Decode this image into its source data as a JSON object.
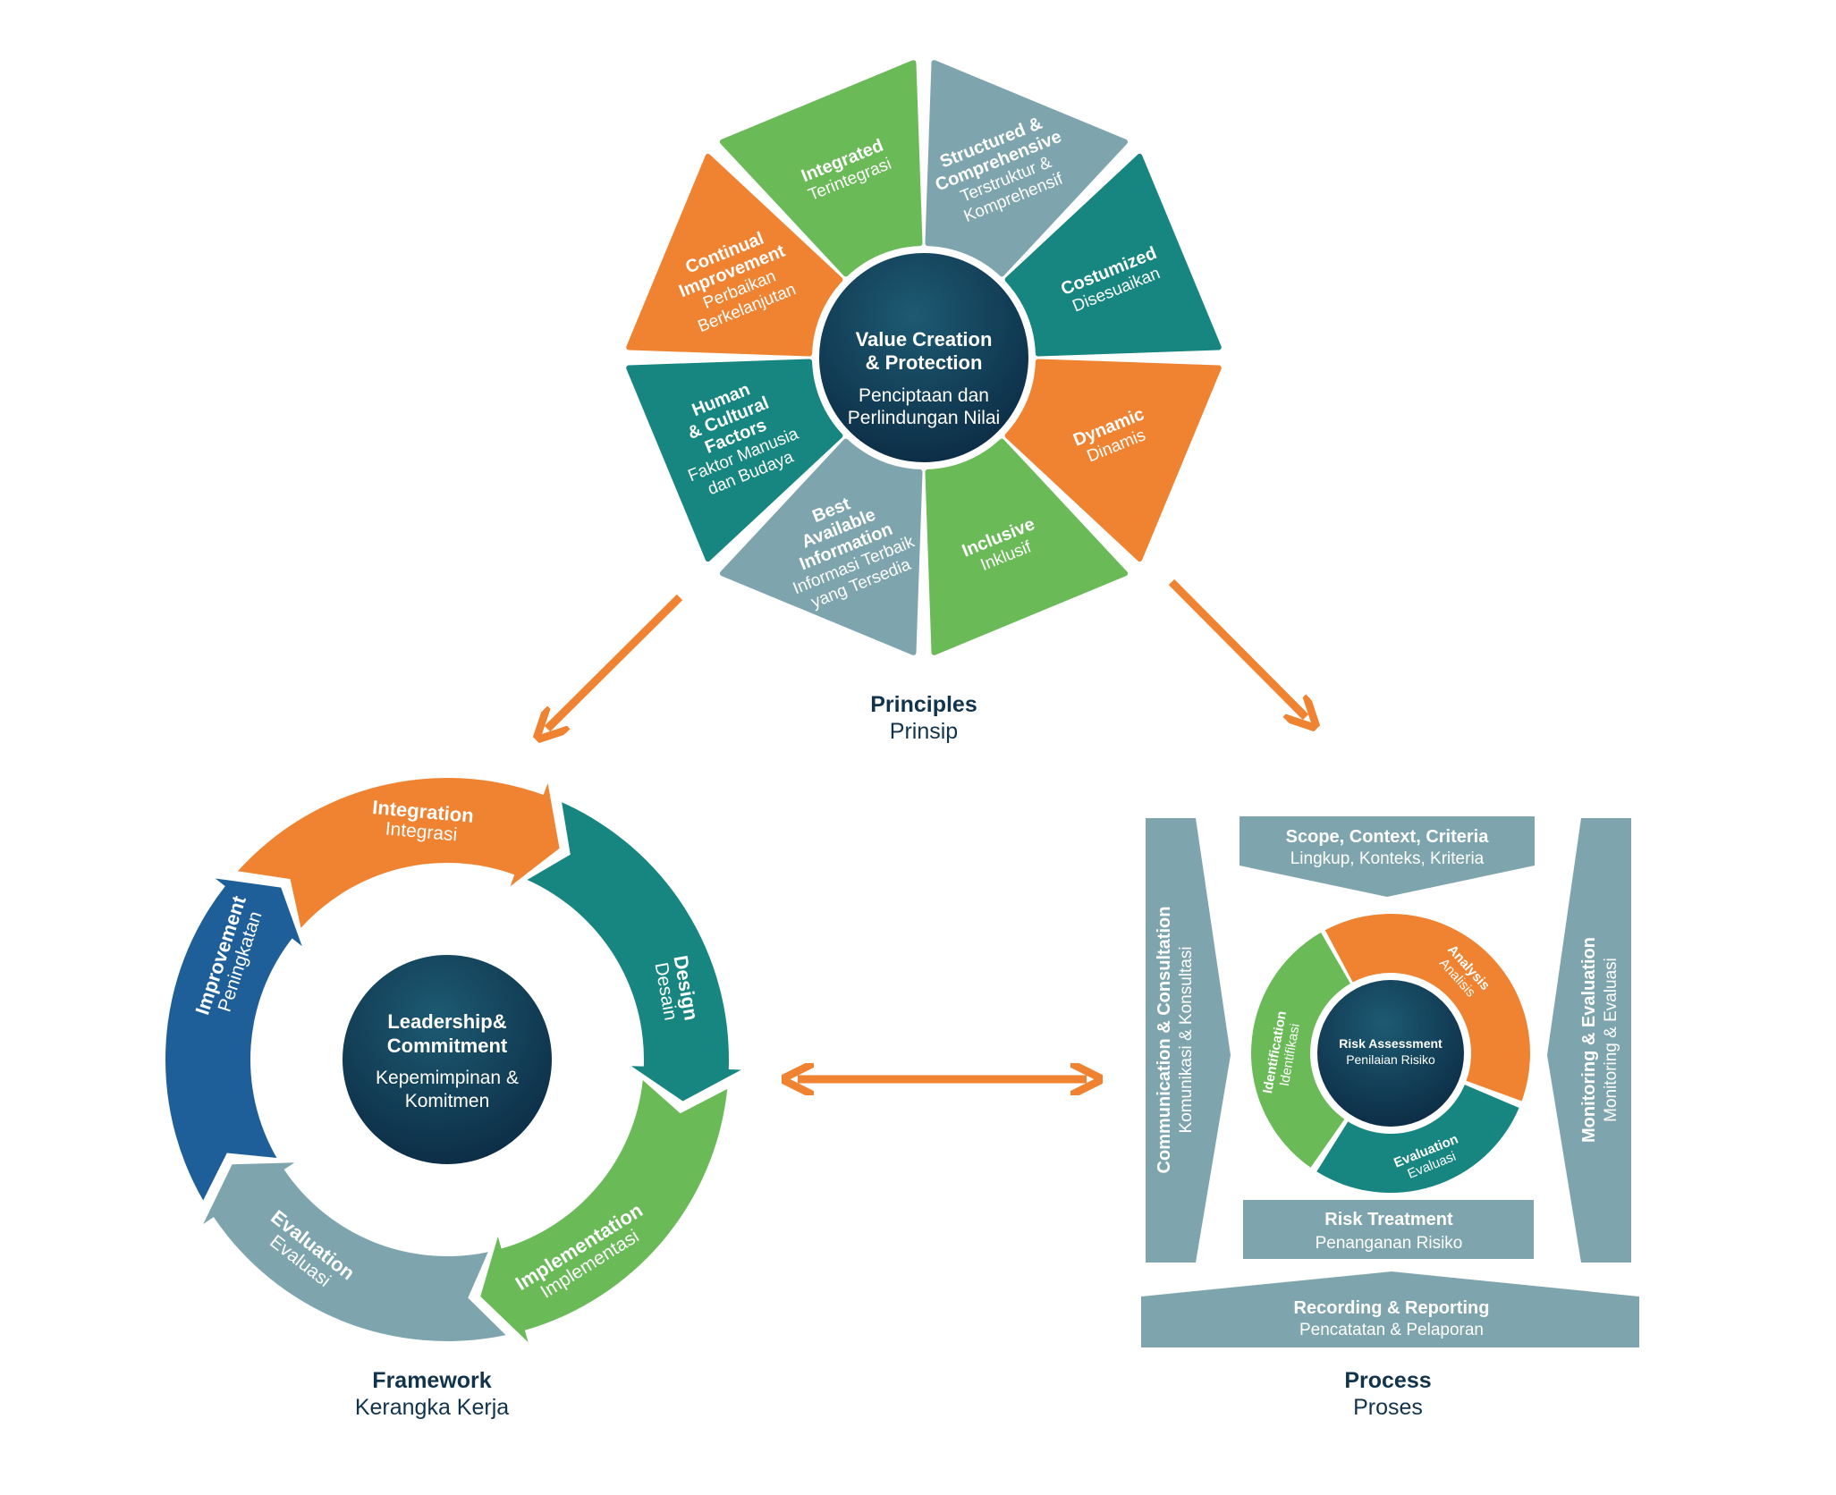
{
  "principles": {
    "center": {
      "title_l1": "Value Creation",
      "title_l2": "& Protection",
      "sub_l1": "Penciptaan dan",
      "sub_l2": "Perlindungan Nilai"
    },
    "segments": [
      {
        "name": "integrated",
        "title": [
          "Integrated"
        ],
        "sub": [
          "Terintegrasi"
        ],
        "color": "#6aba58"
      },
      {
        "name": "structured",
        "title": [
          "Structured &",
          "Comprehensive"
        ],
        "sub": [
          "Terstruktur &",
          "Komprehensif"
        ],
        "color": "#7ea5ad"
      },
      {
        "name": "customized",
        "title": [
          "Costumized"
        ],
        "sub": [
          "Disesuaikan"
        ],
        "color": "#178580"
      },
      {
        "name": "dynamic",
        "title": [
          "Dynamic"
        ],
        "sub": [
          "Dinamis"
        ],
        "color": "#ef8331"
      },
      {
        "name": "inclusive",
        "title": [
          "Inclusive"
        ],
        "sub": [
          "Inklusif"
        ],
        "color": "#6aba58"
      },
      {
        "name": "best-info",
        "title": [
          "Best",
          "Available",
          "Information"
        ],
        "sub": [
          "Informasi Terbaik",
          "yang Tersedia"
        ],
        "color": "#7ea5ad"
      },
      {
        "name": "human-cultural",
        "title": [
          "Human",
          "& Cultural",
          "Factors"
        ],
        "sub": [
          "Faktor Manusia",
          "dan Budaya"
        ],
        "color": "#178580"
      },
      {
        "name": "continual",
        "title": [
          "Continual",
          "Improvement"
        ],
        "sub": [
          "Perbaikan",
          "Berkelanjutan"
        ],
        "color": "#ef8331"
      }
    ],
    "caption": {
      "title": "Principles",
      "sub": "Prinsip"
    }
  },
  "framework": {
    "center": {
      "title_l1": "Leadership&",
      "title_l2": "Commitment",
      "sub_l1": "Kepemimpinan &",
      "sub_l2": "Komitmen"
    },
    "segments": [
      {
        "name": "integration",
        "title": "Integration",
        "sub": "Integrasi",
        "color": "#ef8331"
      },
      {
        "name": "design",
        "title": "Design",
        "sub": "Desain",
        "color": "#178580"
      },
      {
        "name": "implementation",
        "title": "Implementation",
        "sub": "Implementasi",
        "color": "#6aba58"
      },
      {
        "name": "evaluation",
        "title": "Evaluation",
        "sub": "Evaluasi",
        "color": "#7ea5ad"
      },
      {
        "name": "improvement",
        "title": "Improvement",
        "sub": "Peningkatan",
        "color": "#1f5f99"
      }
    ],
    "caption": {
      "title": "Framework",
      "sub": "Kerangka Kerja"
    }
  },
  "process": {
    "scope": {
      "title": "Scope, Context, Criteria",
      "sub": "Lingkup, Konteks, Kriteria"
    },
    "communication": {
      "title": "Communication & Consultation",
      "sub": "Komunikasi & Konsultasi"
    },
    "monitoring": {
      "title": "Monitoring & Evaluation",
      "sub": "Monitoring & Evaluasi"
    },
    "treatment": {
      "title": "Risk Treatment",
      "sub": "Penanganan Risiko"
    },
    "recording": {
      "title": "Recording & Reporting",
      "sub": "Pencatatan & Pelaporan"
    },
    "assessment": {
      "center_title": "Risk Assessment",
      "center_sub": "Penilaian Risiko",
      "identification": {
        "title": "Identification",
        "sub": "Identifikasi"
      },
      "analysis": {
        "title": "Analysis",
        "sub": "Analisis"
      },
      "evaluation": {
        "title": "Evaluation",
        "sub": "Evaluasi"
      }
    },
    "caption": {
      "title": "Process",
      "sub": "Proses"
    }
  },
  "colors": {
    "navy_light": "#1d5a72",
    "navy_dark": "#0c2b44",
    "orange": "#ef8331",
    "green": "#6aba58",
    "teal": "#178580",
    "gray_blue": "#7ea5ad",
    "blue": "#1f5f99",
    "caption_text": "#12334c"
  }
}
